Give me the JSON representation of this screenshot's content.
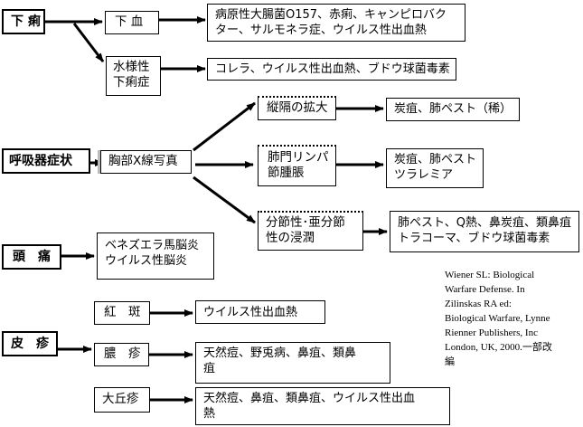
{
  "symptoms": {
    "diarrhea": "下 痢",
    "respiratory": "呼吸器症状",
    "headache": "頭　痛",
    "rash": "皮　疹"
  },
  "diarrhea": {
    "bloody": {
      "label": "下 血",
      "result": [
        "病原性大腸菌O157、赤痢、キャンピロバク",
        "ター、サルモネラ症、ウイルス性出血熱"
      ]
    },
    "watery": {
      "label": [
        "水様性",
        "下痢症"
      ],
      "result": "コレラ、ウイルス性出血熱、ブドウ球菌毒素"
    }
  },
  "respiratory": {
    "xray": "胸部X線写真",
    "mediastinum": {
      "label": "縦隔の拡大",
      "result": "炭疽、肺ペスト（稀）"
    },
    "hilar": {
      "label": [
        "肺門リンパ",
        "節腫脹"
      ],
      "result": [
        "炭疽、肺ペスト",
        "ツラレミア"
      ]
    },
    "segmental": {
      "label": [
        "分節性･亜分節",
        "性の浸潤"
      ],
      "result": [
        "肺ペスト、Q熱、鼻炭疽、類鼻疽",
        "トラコーマ、ブドウ球菌毒素"
      ]
    }
  },
  "headache": {
    "result": [
      "ベネズエラ馬脳炎",
      "ウイルス性脳炎"
    ]
  },
  "rash": {
    "erythema": {
      "label": "紅　斑",
      "result": "ウイルス性出血熱"
    },
    "pustule": {
      "label": "膿　疹",
      "result": [
        "天然痘、野兎病、鼻疽、類鼻",
        "疽"
      ]
    },
    "papule": {
      "label": "大丘疹",
      "result": [
        "天然痘、鼻疽、類鼻疽、ウイルス性出血",
        "熱"
      ]
    }
  },
  "reference": [
    "Wiener SL: Biological",
    "Warfare Defense. In",
    "Zilinskas RA ed:",
    "Biological Warfare,  Lynne",
    "Rienner Publishers, Inc",
    "London, UK, 2000.一部改",
    "編"
  ]
}
